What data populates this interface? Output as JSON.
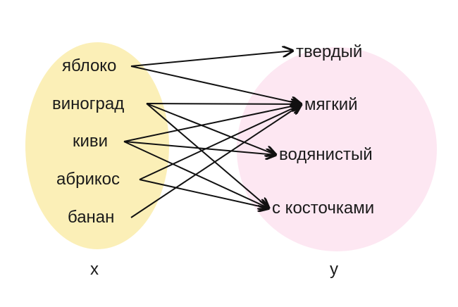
{
  "colors": {
    "set_x_fill": "#fbefb7",
    "set_y_fill": "#fde7f2",
    "arrow": "#111111",
    "text": "#1a1a1a"
  },
  "set_x": {
    "label": "x",
    "items": [
      "яблоко",
      "виноград",
      "киви",
      "абрикос",
      "банан"
    ]
  },
  "set_y": {
    "label": "y",
    "items": [
      "твердый",
      "мягкий",
      "водянистый",
      "с косточками"
    ]
  },
  "mapping": [
    {
      "from": "яблоко",
      "to": "твердый"
    },
    {
      "from": "яблоко",
      "to": "мягкий"
    },
    {
      "from": "виноград",
      "to": "мягкий"
    },
    {
      "from": "виноград",
      "to": "водянистый"
    },
    {
      "from": "виноград",
      "to": "с косточками"
    },
    {
      "from": "киви",
      "to": "мягкий"
    },
    {
      "from": "киви",
      "to": "водянистый"
    },
    {
      "from": "киви",
      "to": "с косточками"
    },
    {
      "from": "абрикос",
      "to": "мягкий"
    },
    {
      "from": "абрикос",
      "to": "с косточками"
    },
    {
      "from": "банан",
      "to": "мягкий"
    }
  ]
}
